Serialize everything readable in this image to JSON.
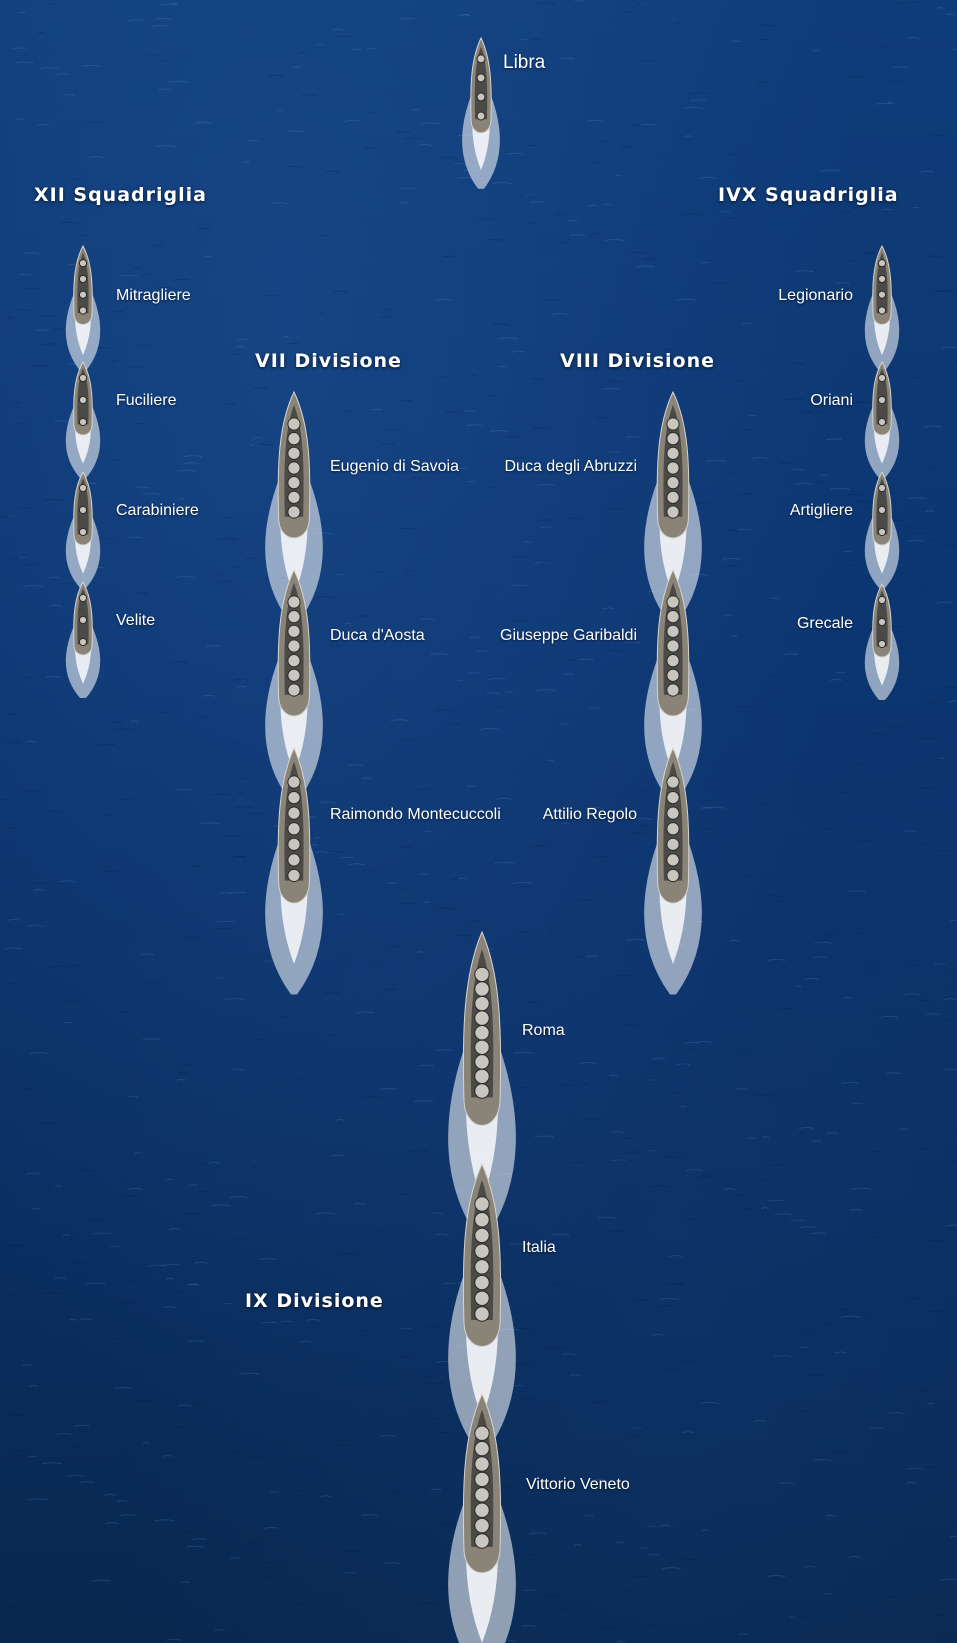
{
  "groups": {
    "xii": "XII Squadriglia",
    "ivx": "IVX Squadriglia",
    "vii": "VII Divisione",
    "viii": "VIII Divisione",
    "ix": "IX Divisione"
  },
  "ships": {
    "libra": "Libra",
    "mitragliere": "Mitragliere",
    "fuciliere": "Fuciliere",
    "carabiniere": "Carabiniere",
    "velite": "Velite",
    "legionario": "Legionario",
    "oriani": "Oriani",
    "artigliere": "Artigliere",
    "grecale": "Grecale",
    "eugenio": "Eugenio di Savoia",
    "aosta": "Duca d'Aosta",
    "montecuccoli": "Raimondo Montecuccoli",
    "abruzzi": "Duca degli Abruzzi",
    "garibaldi": "Giuseppe Garibaldi",
    "regolo": "Attilio Regolo",
    "roma": "Roma",
    "italia": "Italia",
    "veneto": "Vittorio Veneto"
  },
  "colors": {
    "sea": "#0b3570",
    "hull": "#8a8478",
    "deck": "#4b4a47",
    "wake": "#ffffff",
    "text": "#ffffff"
  }
}
